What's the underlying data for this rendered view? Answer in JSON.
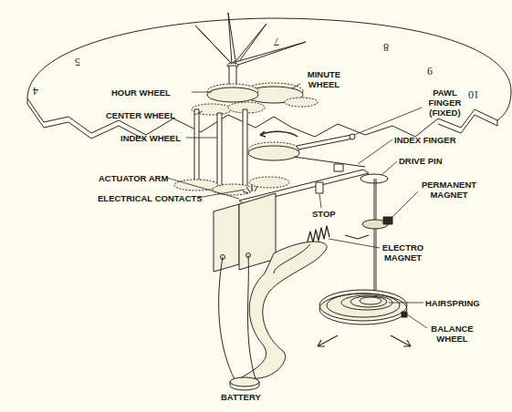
{
  "diagram": {
    "labels": [
      "4",
      "5",
      "7",
      "8",
      "9",
      "10",
      "HOUR WHEEL",
      "MINUTE WHEEL",
      "CENTER WHEEL",
      "INDEX WHEEL",
      "PAWL FINGER (FIXED)",
      "INDEX FINGER",
      "DRIVE PIN",
      "ACTUATOR ARM",
      "PERMANENT MAGNET",
      "ELECTRICAL CONTACTS",
      "STOP",
      "ELECTRO MAGNET",
      "HAIRSPRING",
      "BALANCE WHEEL",
      "BATTERY"
    ]
  }
}
